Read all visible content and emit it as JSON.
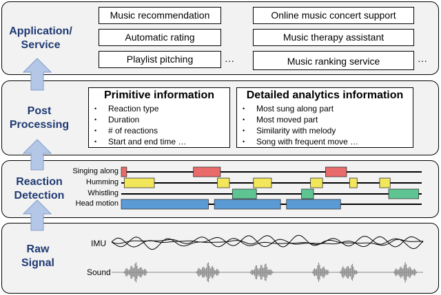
{
  "layers": {
    "application": {
      "label_line1": "Application/",
      "label_line2": "Service"
    },
    "post": {
      "label_line1": "Post",
      "label_line2": "Processing"
    },
    "reaction": {
      "label_line1": "Reaction",
      "label_line2": "Detection"
    },
    "raw": {
      "label_line1": "Raw",
      "label_line2": "Signal"
    }
  },
  "services": {
    "left": [
      "Music recommendation",
      "Automatic rating",
      "Playlist pitching"
    ],
    "right": [
      "Online music concert support",
      "Music therapy assistant",
      "Music ranking service"
    ],
    "ellipsis": "···"
  },
  "primitive": {
    "title": "Primitive information",
    "items": [
      "Reaction type",
      "Duration",
      "# of reactions",
      "Start and end time …"
    ]
  },
  "detailed": {
    "title": "Detailed analytics information",
    "items": [
      "Most sung along part",
      "Most moved part",
      "Similarity with melody",
      "Song with frequent move …"
    ]
  },
  "tracks": [
    {
      "label": "Singing along",
      "color": "#e86a6a",
      "segments": [
        [
          0,
          0.018
        ],
        [
          0.24,
          0.33
        ],
        [
          0.68,
          0.75
        ]
      ]
    },
    {
      "label": "Humming",
      "color": "#f2e65a",
      "segments": [
        [
          0.01,
          0.11
        ],
        [
          0.32,
          0.36
        ],
        [
          0.44,
          0.5
        ],
        [
          0.63,
          0.67
        ],
        [
          0.76,
          0.785
        ],
        [
          0.86,
          0.895
        ]
      ]
    },
    {
      "label": "Whistling",
      "color": "#5ec491",
      "segments": [
        [
          0.37,
          0.45
        ],
        [
          0.6,
          0.64
        ],
        [
          0.89,
          0.99
        ]
      ]
    },
    {
      "label": "Head motion",
      "color": "#5b9bd5",
      "segments": [
        [
          0.0,
          0.29
        ],
        [
          0.31,
          0.53
        ],
        [
          0.55,
          0.73
        ]
      ]
    }
  ],
  "signals": {
    "imu": "IMU",
    "sound": "Sound"
  },
  "colors": {
    "layer_bg": "#f2f2f2",
    "label": "#1f3a73",
    "arrow": "#b4c7e7"
  }
}
